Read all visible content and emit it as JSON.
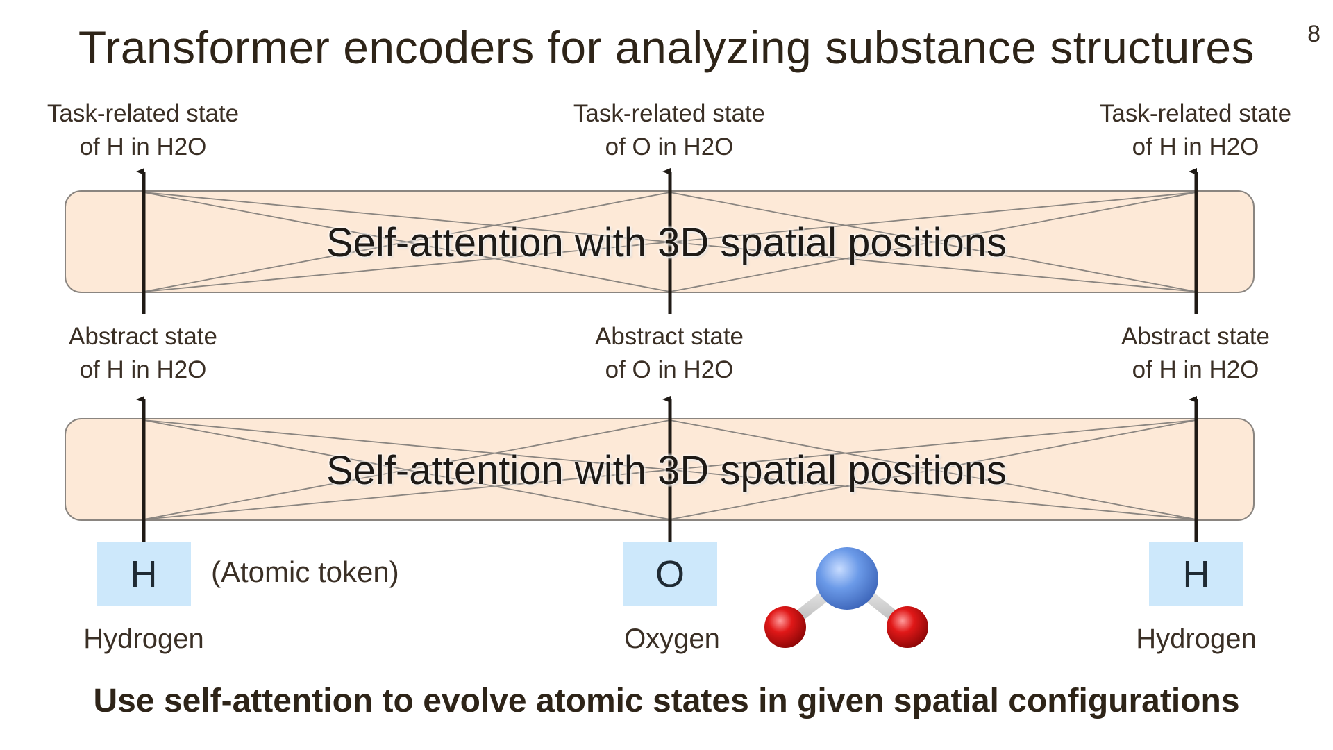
{
  "title": "Transformer encoders for analyzing substance structures",
  "slide_number": "8",
  "top_outputs": [
    {
      "line1": "Task-related state",
      "line2": "of H in H2O"
    },
    {
      "line1": "Task-related state",
      "line2": "of O in H2O"
    },
    {
      "line1": "Task-related state",
      "line2": "of H in H2O"
    }
  ],
  "middle_states": [
    {
      "line1": "Abstract state",
      "line2": "of H in H2O"
    },
    {
      "line1": "Abstract state",
      "line2": "of O in H2O"
    },
    {
      "line1": "Abstract state",
      "line2": "of H in H2O"
    }
  ],
  "layers": {
    "upper": "Self-attention with 3D spatial positions",
    "lower": "Self-attention with 3D spatial positions"
  },
  "tokens": [
    {
      "symbol": "H",
      "name": "Hydrogen"
    },
    {
      "symbol": "O",
      "name": "Oxygen"
    },
    {
      "symbol": "H",
      "name": "Hydrogen"
    }
  ],
  "atomic_token_note": "(Atomic token)",
  "caption": "Use self-attention to evolve atomic states in given spatial configurations",
  "colors": {
    "band_fill": "#fde9d7",
    "token_fill": "#cde8fb",
    "oxygen_atom": "#6b9ae8",
    "hydrogen_atom": "#e01818"
  },
  "molecule_icon": "water-molecule-icon"
}
